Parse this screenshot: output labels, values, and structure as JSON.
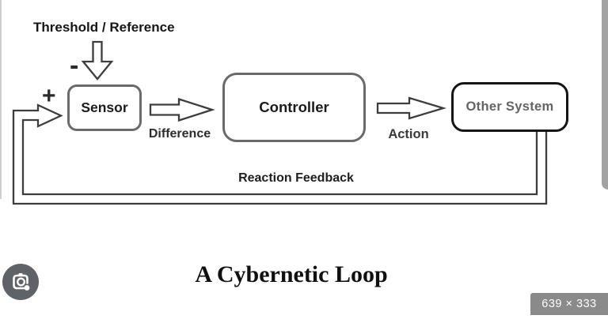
{
  "diagram": {
    "labels": {
      "threshold": "Threshold / Reference",
      "minus": "-",
      "plus": "+",
      "difference": "Difference",
      "action": "Action",
      "reaction_feedback": "Reaction Feedback"
    },
    "nodes": {
      "sensor": "Sensor",
      "controller": "Controller",
      "other_system": "Other System"
    },
    "title": "A Cybernetic Loop",
    "colors": {
      "line": "#3d3d3d",
      "box_border": "#6a6a6a",
      "dark_box_border": "#141414",
      "other_system_text": "#646464"
    }
  },
  "viewer": {
    "size_badge": "639 × 333",
    "badge_bg": "#8a8a8a",
    "lens_circle": "#5f6368"
  }
}
